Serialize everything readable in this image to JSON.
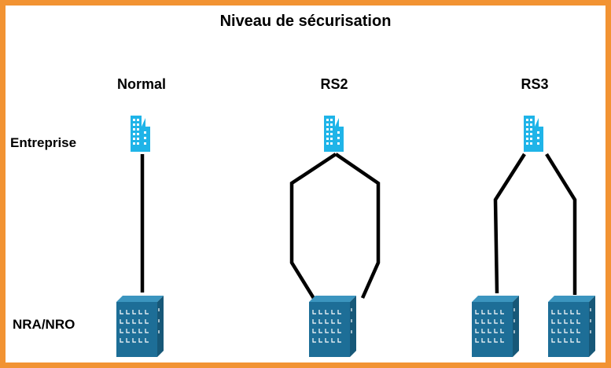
{
  "title": "Niveau de sécurisation",
  "columns": [
    "Normal",
    "RS2",
    "RS3"
  ],
  "rows": [
    "Entreprise",
    "NRA/NRO"
  ],
  "colors": {
    "border": "#f29333",
    "building_blue": "#1fb4e8",
    "nra_blue": "#1d6e97",
    "link": "#000000"
  },
  "icons": {
    "entreprise": "office-building-icon",
    "nra": "data-center-icon"
  }
}
